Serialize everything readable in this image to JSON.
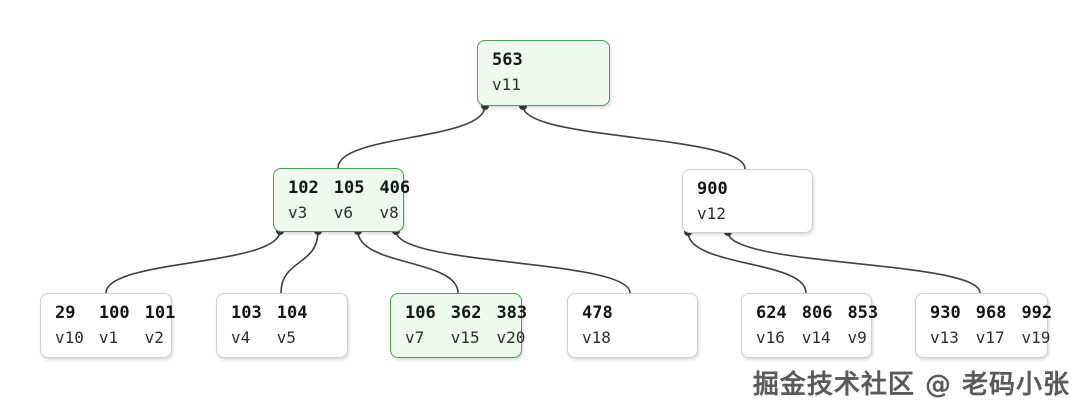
{
  "diagram_type": "b-tree",
  "nodes": {
    "root": {
      "keys": [
        "563"
      ],
      "values": [
        "v11"
      ],
      "highlighted": true
    },
    "internal_left": {
      "keys": [
        "102",
        "105",
        "406"
      ],
      "values": [
        "v3",
        "v6",
        "v8"
      ],
      "highlighted": true
    },
    "internal_right": {
      "keys": [
        "900"
      ],
      "values": [
        "v12"
      ],
      "highlighted": false
    },
    "leaf1": {
      "keys": [
        "29",
        "100",
        "101"
      ],
      "values": [
        "v10",
        "v1",
        "v2"
      ],
      "highlighted": false
    },
    "leaf2": {
      "keys": [
        "103",
        "104"
      ],
      "values": [
        "v4",
        "v5"
      ],
      "highlighted": false
    },
    "leaf3": {
      "keys": [
        "106",
        "362",
        "383"
      ],
      "values": [
        "v7",
        "v15",
        "v20"
      ],
      "highlighted": true
    },
    "leaf4": {
      "keys": [
        "478"
      ],
      "values": [
        "v18"
      ],
      "highlighted": false
    },
    "leaf5": {
      "keys": [
        "624",
        "806",
        "853"
      ],
      "values": [
        "v16",
        "v14",
        "v9"
      ],
      "highlighted": false
    },
    "leaf6": {
      "keys": [
        "930",
        "968",
        "992"
      ],
      "values": [
        "v13",
        "v17",
        "v19"
      ],
      "highlighted": false
    }
  },
  "edges": [
    {
      "from": "root",
      "to": "internal_left"
    },
    {
      "from": "root",
      "to": "internal_right"
    },
    {
      "from": "internal_left",
      "to": "leaf1"
    },
    {
      "from": "internal_left",
      "to": "leaf2"
    },
    {
      "from": "internal_left",
      "to": "leaf3"
    },
    {
      "from": "internal_left",
      "to": "leaf4"
    },
    {
      "from": "internal_right",
      "to": "leaf5"
    },
    {
      "from": "internal_right",
      "to": "leaf6"
    }
  ],
  "watermark": {
    "text": "掘金技术社区 @ 老码小张"
  },
  "colors": {
    "highlight_border": "#47a44c",
    "highlight_fill": "#eefaee",
    "normal_border": "#cfcfcf",
    "normal_fill": "#ffffff",
    "edge": "#404040",
    "dot": "#3a3a3a"
  }
}
